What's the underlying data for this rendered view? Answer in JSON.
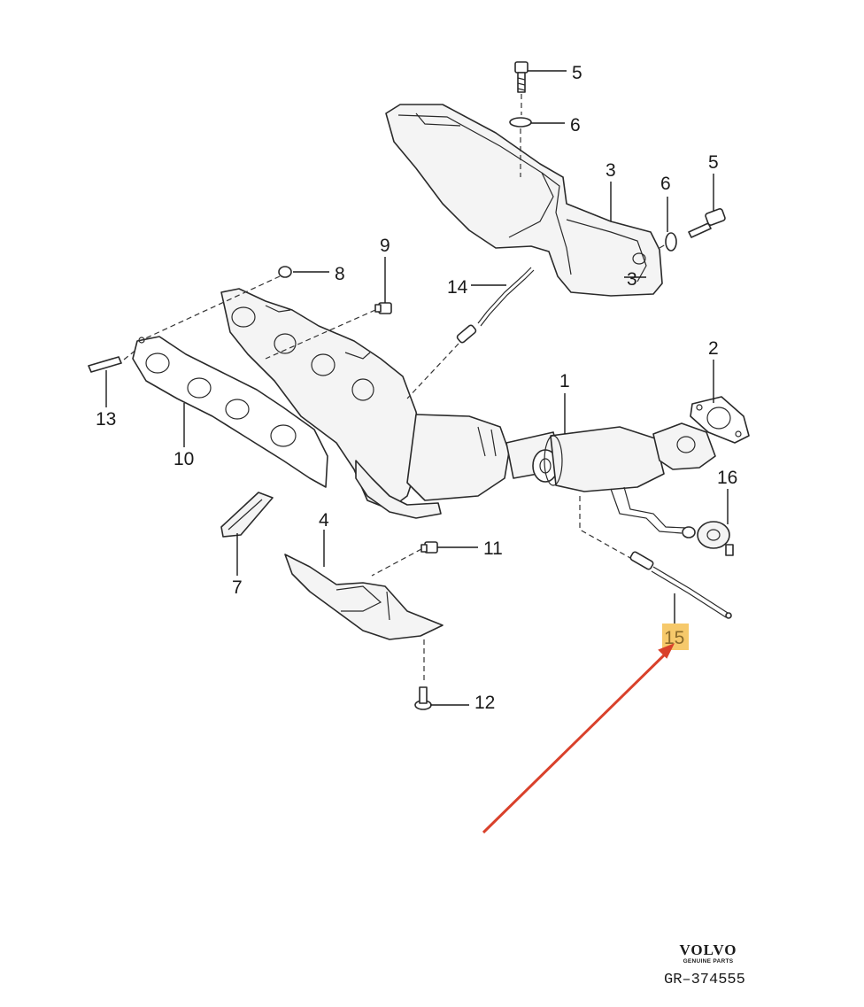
{
  "callouts": {
    "c1": "1",
    "c2": "2",
    "c3a": "3",
    "c3b": "3",
    "c4": "4",
    "c5a": "5",
    "c5b": "5",
    "c6a": "6",
    "c6b": "6",
    "c7": "7",
    "c8": "8",
    "c9": "9",
    "c10": "10",
    "c11": "11",
    "c12": "12",
    "c13": "13",
    "c14": "14",
    "c15": "15",
    "c16": "16"
  },
  "highlighted_callout": "15",
  "brand": {
    "name": "VOLVO",
    "sub": "GENUINE PARTS"
  },
  "reference": "GR–374555",
  "colors": {
    "highlight": "#f6c96b",
    "arrow": "#d9412b",
    "ink": "#1a1a1a"
  }
}
